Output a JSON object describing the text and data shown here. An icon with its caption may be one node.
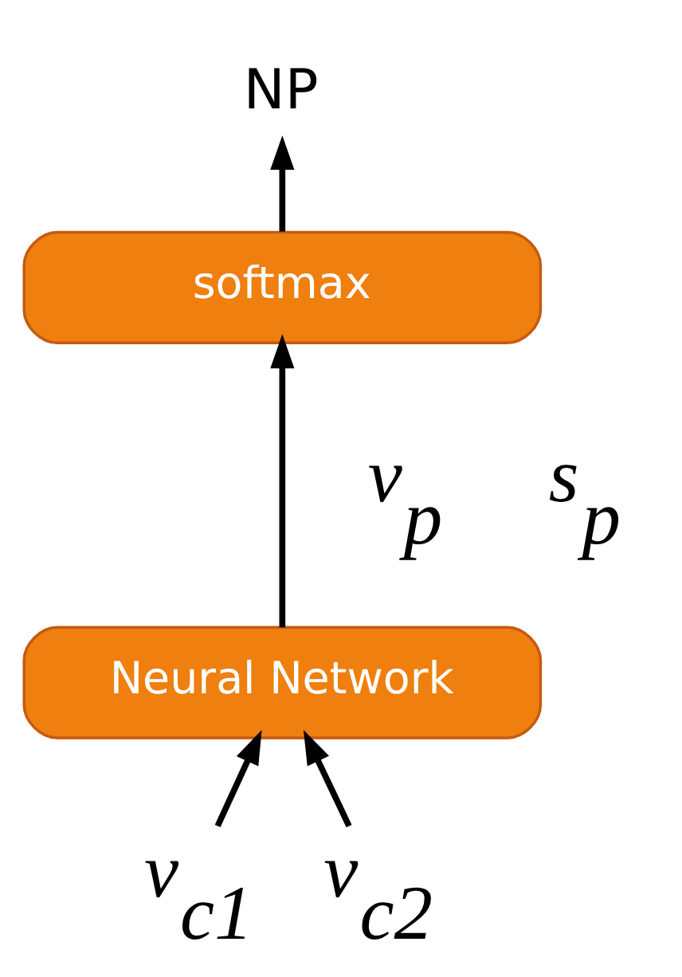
{
  "diagram": {
    "nodes": [
      {
        "text": [
          "NP"
        ]
      },
      {
        "text": [
          "softmax"
        ]
      },
      {
        "text": [
          "Neural Network"
        ]
      },
      {
        "text": [
          "v$_{c1}$"
        ]
      },
      {
        "text": [
          "v$_{c2}$"
        ]
      }
    ],
    "edges": [
      {
        "from": 1,
        "to": 0,
        "arrow": "to"
      },
      {
        "from": 2,
        "to": 1,
        "arrow": "to"
      },
      {
        "from": 3,
        "to": 2,
        "arrow": "to"
      },
      {
        "from": 4,
        "to": 2,
        "arrow": "to"
      }
    ],
    "labels": [
      "v$_{p}$",
      "s$_{p}$"
    ]
  }
}
